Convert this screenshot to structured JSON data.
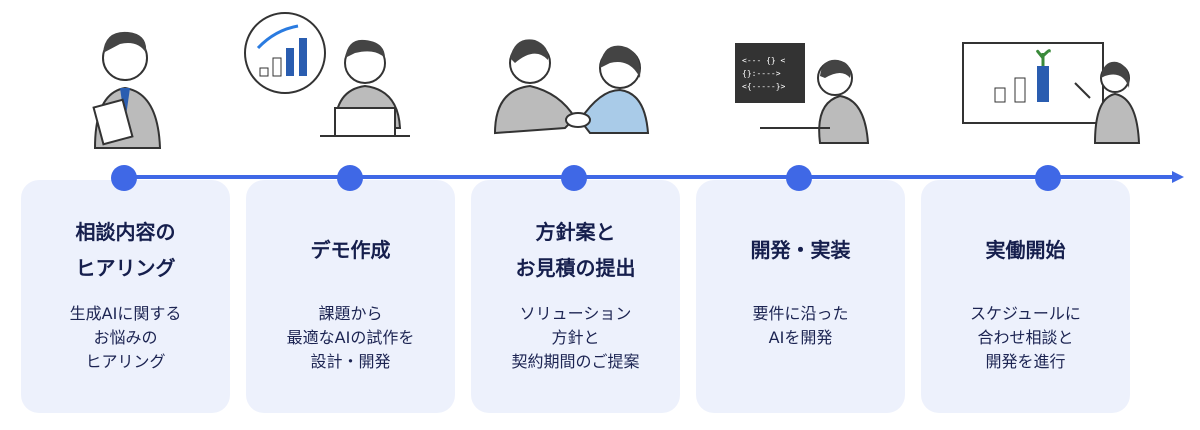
{
  "accent": "#3f68e6",
  "steps": [
    {
      "title": "相談内容の\nヒアリング",
      "desc": "生成AIに関する\nお悩みの\nヒアリング",
      "illustration": "consultant-with-clipboard"
    },
    {
      "title": "デモ作成",
      "desc": "課題から\n最適なAIの試作を\n設計・開発",
      "illustration": "person-with-laptop-and-growth-chart"
    },
    {
      "title": "方針案と\nお見積の提出",
      "desc": "ソリューション\n方針と\n契約期間のご提案",
      "illustration": "handshake"
    },
    {
      "title": "開発・実装",
      "desc": "要件に沿った\nAIを開発",
      "illustration": "developer-at-computer"
    },
    {
      "title": "実働開始",
      "desc": "スケジュールに\n合わせ相談と\n開発を進行",
      "illustration": "presenter-with-growth-chart"
    }
  ]
}
